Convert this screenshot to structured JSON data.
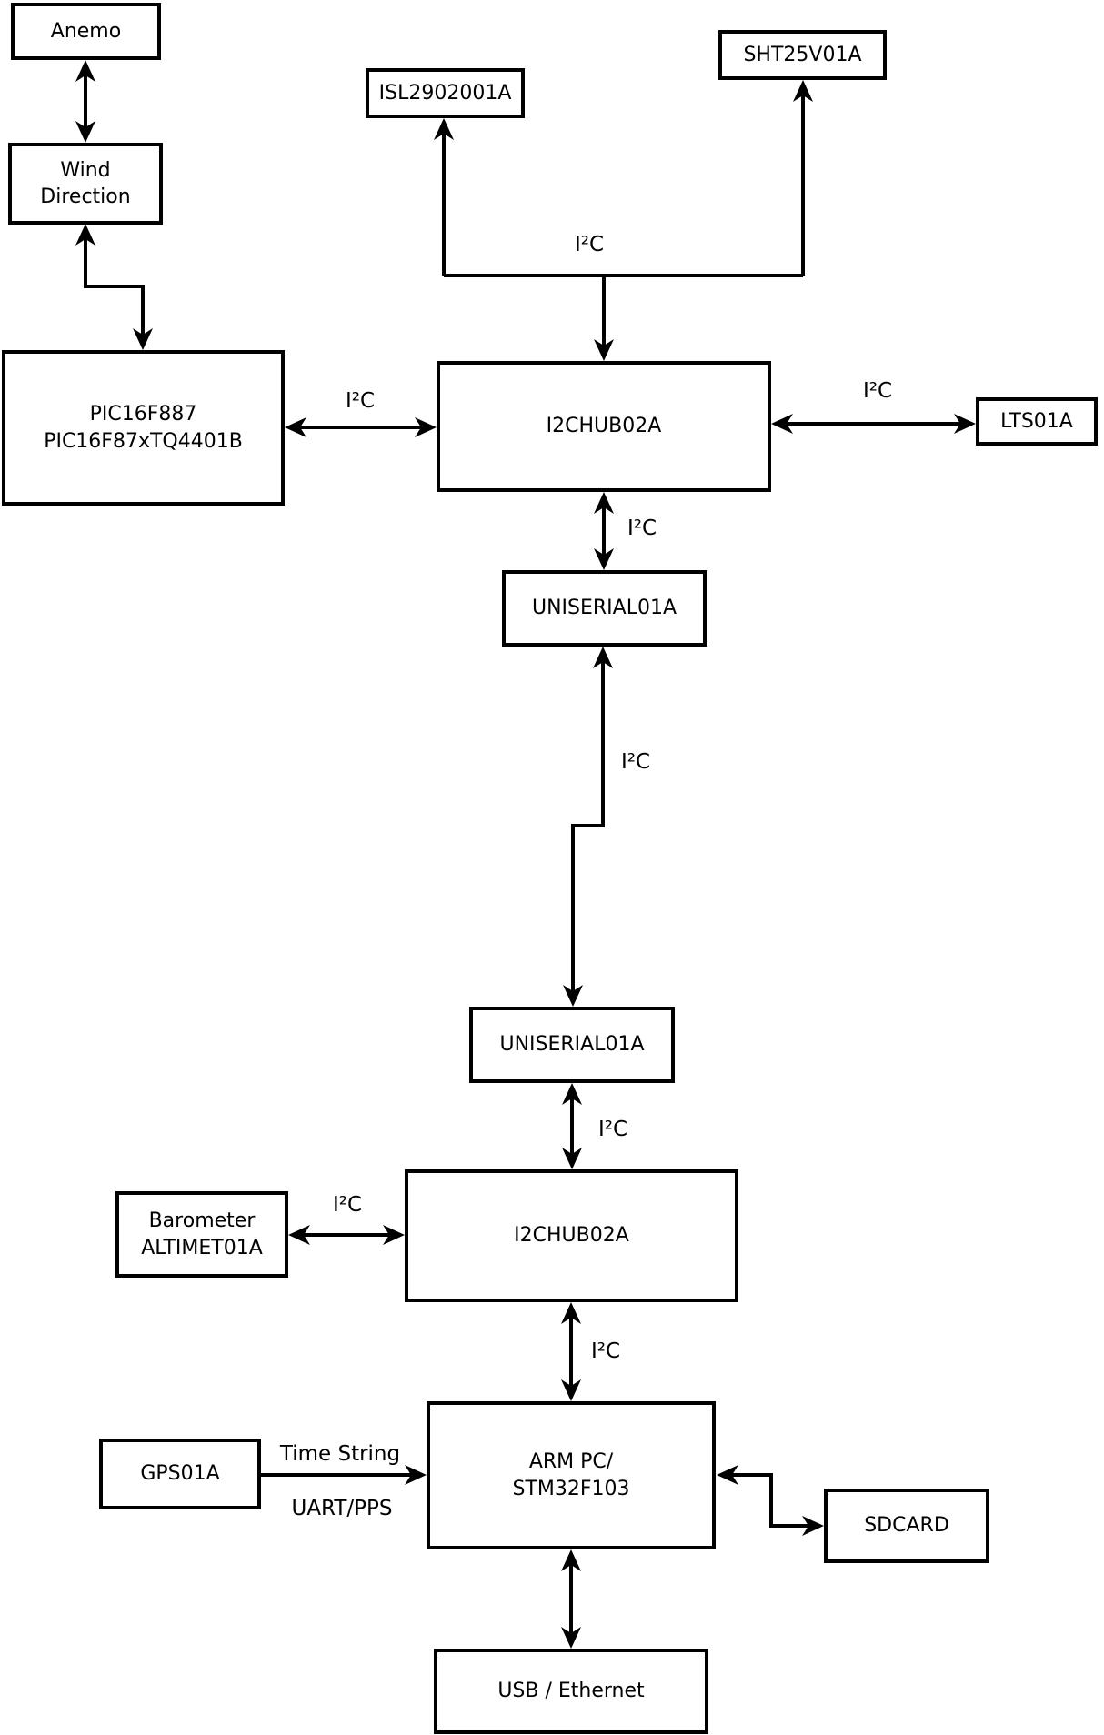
{
  "nodes": {
    "anemo": {
      "label": "Anemo"
    },
    "wind_direction": {
      "label": "Wind\nDirection"
    },
    "isl": {
      "label": "ISL2902001A"
    },
    "sht": {
      "label": "SHT25V01A"
    },
    "pic": {
      "label": "PIC16F887\nPIC16F87xTQ4401B"
    },
    "hub1": {
      "label": "I2CHUB02A"
    },
    "lts": {
      "label": "LTS01A"
    },
    "uniserial_top": {
      "label": "UNISERIAL01A"
    },
    "uniserial_bottom": {
      "label": "UNISERIAL01A"
    },
    "hub2": {
      "label": "I2CHUB02A"
    },
    "barometer": {
      "label": "Barometer\nALTIMET01A"
    },
    "arm": {
      "label": "ARM PC/\nSTM32F103"
    },
    "gps": {
      "label": "GPS01A"
    },
    "sdcard": {
      "label": "SDCARD"
    },
    "usb": {
      "label": "USB / Ethernet"
    }
  },
  "edge_labels": {
    "sensor_bus": "I²C",
    "pic_hub1": "I²C",
    "hub1_lts": "I²C",
    "hub1_uniserial": "I²C",
    "uniserial_link": "I²C",
    "uniserial_hub2": "I²C",
    "barometer_hub2": "I²C",
    "hub2_arm": "I²C",
    "gps_arm_upper": "Time String",
    "gps_arm_lower": "UART/PPS"
  },
  "colors": {
    "line": "#000000",
    "box_fill": "#ffffff",
    "background": "#ffffff"
  }
}
